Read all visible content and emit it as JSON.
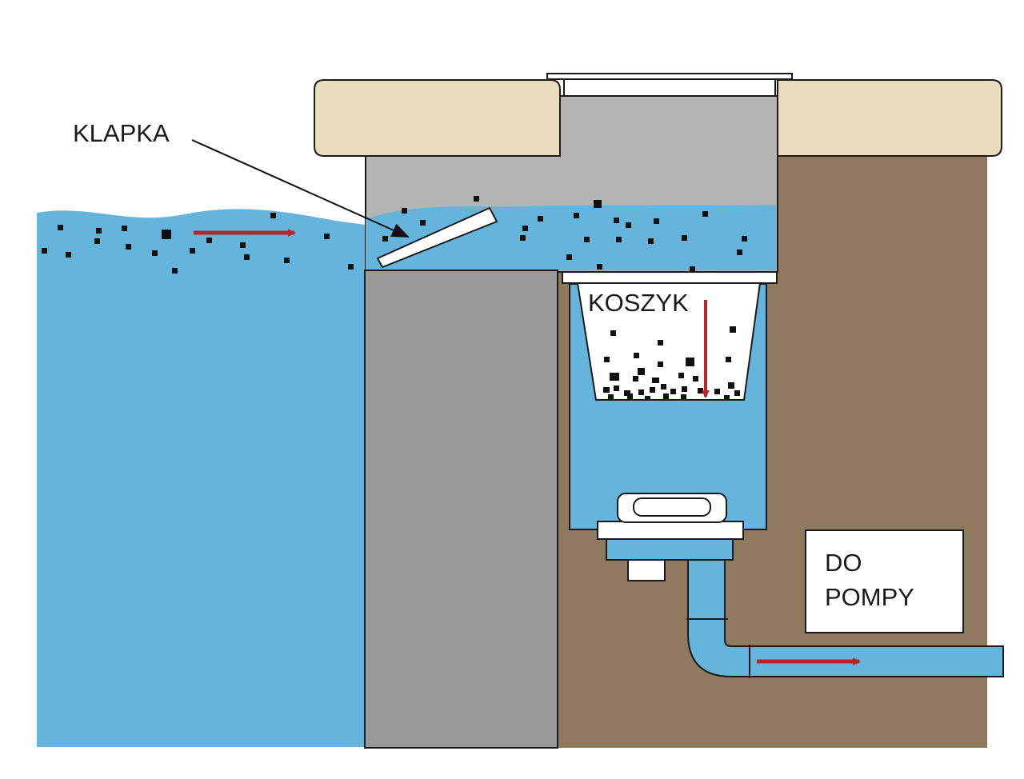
{
  "labels": {
    "flap": "KLAPKA",
    "basket": "KOSZYK",
    "to_pump_line1": "DO",
    "to_pump_line2": "POMPY"
  },
  "colors": {
    "water": "#65b4dc",
    "earth": "#8f7a5f",
    "deck": "#e8dcbc",
    "wall": "#9a9a9a",
    "skimmer_body": "#b4b4b4",
    "flow_arrow": "#b82530",
    "outline": "#1a1a1a",
    "debris": "#111111"
  }
}
